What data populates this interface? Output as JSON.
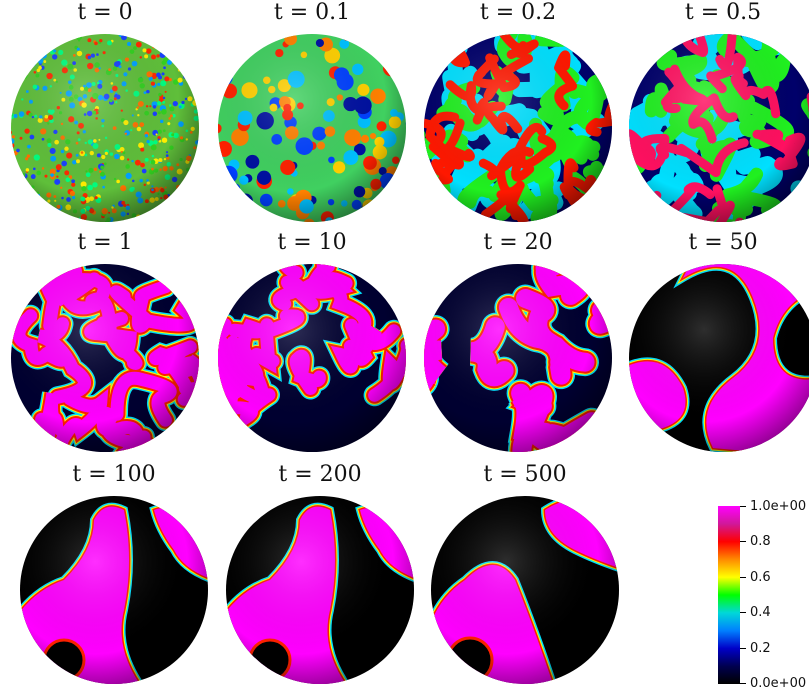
{
  "panels": [
    {
      "label": "t = 0",
      "pattern": "noise"
    },
    {
      "label": "t = 0.1",
      "pattern": "blobs"
    },
    {
      "label": "t = 0.2",
      "pattern": "labyrinth-red"
    },
    {
      "label": "t = 0.5",
      "pattern": "labyrinth-red-magenta"
    },
    {
      "label": "t = 1",
      "pattern": "labyrinth-magenta"
    },
    {
      "label": "t = 10",
      "pattern": "labyrinth-coarse"
    },
    {
      "label": "t = 20",
      "pattern": "coarse-domains"
    },
    {
      "label": "t = 50",
      "pattern": "large-domains"
    },
    {
      "label": "t = 100",
      "pattern": "two-phase-band"
    },
    {
      "label": "t = 200",
      "pattern": "two-phase-band"
    },
    {
      "label": "t = 500",
      "pattern": "two-phase-final"
    }
  ],
  "colorbar": {
    "labels": [
      "1.0e+00",
      "0.8",
      "0.6",
      "0.4",
      "0.2",
      "0.0e+00"
    ],
    "colors": [
      "#ff00ff",
      "#ff0000",
      "#ffff00",
      "#00ff00",
      "#0080ff",
      "#000000"
    ]
  }
}
